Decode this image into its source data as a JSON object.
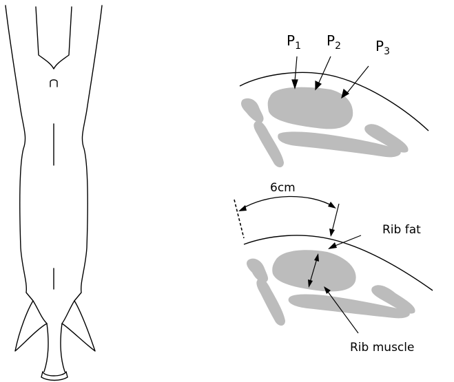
{
  "colors": {
    "outline": "#000000",
    "tissue": "#bcbcbc",
    "background": "#ffffff"
  },
  "top_section": {
    "labels": [
      {
        "base": "P",
        "sub": "1"
      },
      {
        "base": "P",
        "sub": "2"
      },
      {
        "base": "P",
        "sub": "3"
      }
    ]
  },
  "bottom_section": {
    "distance_label": "6cm",
    "rib_fat_label": "Rib fat",
    "rib_muscle_label": "Rib muscle"
  }
}
